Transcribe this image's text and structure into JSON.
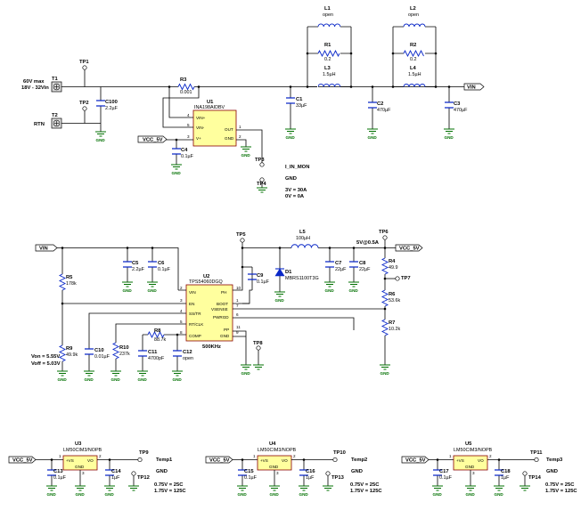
{
  "input": {
    "range": "60V max\n18V - 32Vin",
    "range_line1": "60V max",
    "range_line2": "18V - 32Vin",
    "rtn": "RTN"
  },
  "connectors": {
    "t1": "T1",
    "t2": "T2"
  },
  "testpoints": {
    "tp1": "TP1",
    "tp2": "TP2",
    "tp3": "TP3",
    "tp4": "TP4",
    "tp5": "TP5",
    "tp6": "TP6",
    "tp7": "TP7",
    "tp8": "TP8",
    "tp9": "TP9",
    "tp10": "TP10",
    "tp11": "TP11",
    "tp12": "TP12",
    "tp13": "TP13",
    "tp14": "TP14"
  },
  "nets": {
    "vin": "VIN",
    "vcc_5v": "VCC_5V",
    "gnd": "GND",
    "i_in_mon": "I_IN_MON",
    "gnd_label": "GND",
    "five_v": "5V@0.5A",
    "temp1": "Temp1",
    "temp2": "Temp2",
    "temp3": "Temp3"
  },
  "notes": {
    "current_mon_l1": "3V = 30A",
    "current_mon_l2": "0V = 0A",
    "von": "Von = 5.55V",
    "voff": "Voff = 5.03V",
    "fsw": "500KHz",
    "temp_l1": "0.75V = 25C",
    "temp_l2": "1.75V = 125C"
  },
  "components": {
    "r3": {
      "ref": "R3",
      "value": "0.001"
    },
    "c100": {
      "ref": "C100",
      "value": "2.2µF"
    },
    "u1": {
      "ref": "U1",
      "part": "INA198AIDBV",
      "pins": {
        "vinp": "VIN+",
        "vinm": "VIN-",
        "vp": "V+",
        "out": "OUT",
        "gnd": "GND"
      },
      "nums": {
        "p4": "4",
        "p5": "5",
        "p3": "3",
        "p1": "1",
        "p2": "2"
      }
    },
    "c4": {
      "ref": "C4",
      "value": "0.1µF"
    },
    "l1": {
      "ref": "L1",
      "value": "open"
    },
    "r1": {
      "ref": "R1",
      "value": "0.2"
    },
    "l3": {
      "ref": "L3",
      "value": "1.5µH"
    },
    "c1": {
      "ref": "C1",
      "value": "33µF"
    },
    "c2": {
      "ref": "C2",
      "value": "470µF"
    },
    "l2": {
      "ref": "L2",
      "value": "open"
    },
    "r2": {
      "ref": "R2",
      "value": "0.2"
    },
    "l4": {
      "ref": "L4",
      "value": "1.5µH"
    },
    "c3": {
      "ref": "C3",
      "value": "470µF"
    },
    "r5": {
      "ref": "R5",
      "value": "178k"
    },
    "r9": {
      "ref": "R9",
      "value": "49.9k"
    },
    "c5": {
      "ref": "C5",
      "value": "2.2µF"
    },
    "c6": {
      "ref": "C6",
      "value": "0.1µF"
    },
    "u2": {
      "ref": "U2",
      "part": "TPS54060DGQ",
      "pins": {
        "vin": "VIN",
        "en": "EN",
        "sstr": "SS/TR",
        "rtclk": "RT/CLK",
        "comp": "COMP",
        "ph": "PH",
        "boot": "BOOT",
        "vsense": "VSENSE",
        "pwrgd": "PWRGD",
        "pp": "PP",
        "gnd": "GND"
      },
      "nums": {
        "p2": "2",
        "p3": "3",
        "p4": "4",
        "p5": "5",
        "p8": "8",
        "p10": "10",
        "p1": "1",
        "p7": "7",
        "p6": "6",
        "p11": "11",
        "p9": "9"
      }
    },
    "c10": {
      "ref": "C10",
      "value": "0.01µF"
    },
    "r10": {
      "ref": "R10",
      "value": "237k"
    },
    "r8": {
      "ref": "R8",
      "value": "88.7k"
    },
    "c11": {
      "ref": "C11",
      "value": "4700pF"
    },
    "c12": {
      "ref": "C12",
      "value": "open"
    },
    "c9": {
      "ref": "C9",
      "value": "0.1µF"
    },
    "l5": {
      "ref": "L5",
      "value": "100µH"
    },
    "d1": {
      "ref": "D1",
      "value": "MBRS1100T3G"
    },
    "c7": {
      "ref": "C7",
      "value": "22µF"
    },
    "c8": {
      "ref": "C8",
      "value": "22µF"
    },
    "r4": {
      "ref": "R4",
      "value": "49.9"
    },
    "r6": {
      "ref": "R6",
      "value": "53.6k"
    },
    "r7": {
      "ref": "R7",
      "value": "10.2k"
    },
    "u3": {
      "ref": "U3",
      "part": "LM50CIM3/NOPB"
    },
    "u4": {
      "ref": "U4",
      "part": "LM50CIM3/NOPB"
    },
    "u5": {
      "ref": "U5",
      "part": "LM50CIM3/NOPB"
    },
    "lm50_pins": {
      "vs": "+VS",
      "vo": "VO",
      "gnd": "GND",
      "p1": "1",
      "p2": "2",
      "p3": "3"
    },
    "c13": {
      "ref": "C13",
      "value": "0.1µF"
    },
    "c14": {
      "ref": "C14",
      "value": "1µF"
    },
    "c15": {
      "ref": "C15",
      "value": "0.1µF"
    },
    "c16": {
      "ref": "C16",
      "value": "1µF"
    },
    "c17": {
      "ref": "C17",
      "value": "0.1µF"
    },
    "c18": {
      "ref": "C18",
      "value": "1µF"
    }
  }
}
